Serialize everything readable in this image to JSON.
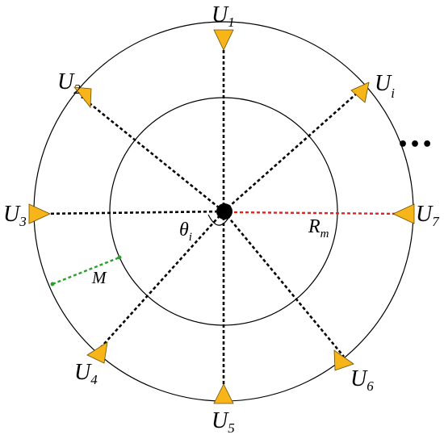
{
  "colors": {
    "circle_stroke": "#000000",
    "ray": "#000000",
    "radius_line": "#d62728",
    "gap_line": "#2ca02c",
    "marker_fill": "#f7b51a",
    "marker_stroke": "#6b4e00",
    "center": "#000000"
  },
  "nodes": [
    {
      "id": "U1",
      "main": "U",
      "sub": "1"
    },
    {
      "id": "U2",
      "main": "U",
      "sub": "2"
    },
    {
      "id": "Ui",
      "main": "U",
      "sub": "i"
    },
    {
      "id": "U3",
      "main": "U",
      "sub": "3"
    },
    {
      "id": "U7",
      "main": "U",
      "sub": "7"
    },
    {
      "id": "U4",
      "main": "U",
      "sub": "4"
    },
    {
      "id": "U5",
      "main": "U",
      "sub": "5"
    },
    {
      "id": "U6",
      "main": "U",
      "sub": "6"
    }
  ],
  "labels": {
    "theta": {
      "main": "θ",
      "sub": "i"
    },
    "radius": {
      "main": "R",
      "sub": "m"
    },
    "gap": "M",
    "ellipsis": "•••"
  }
}
